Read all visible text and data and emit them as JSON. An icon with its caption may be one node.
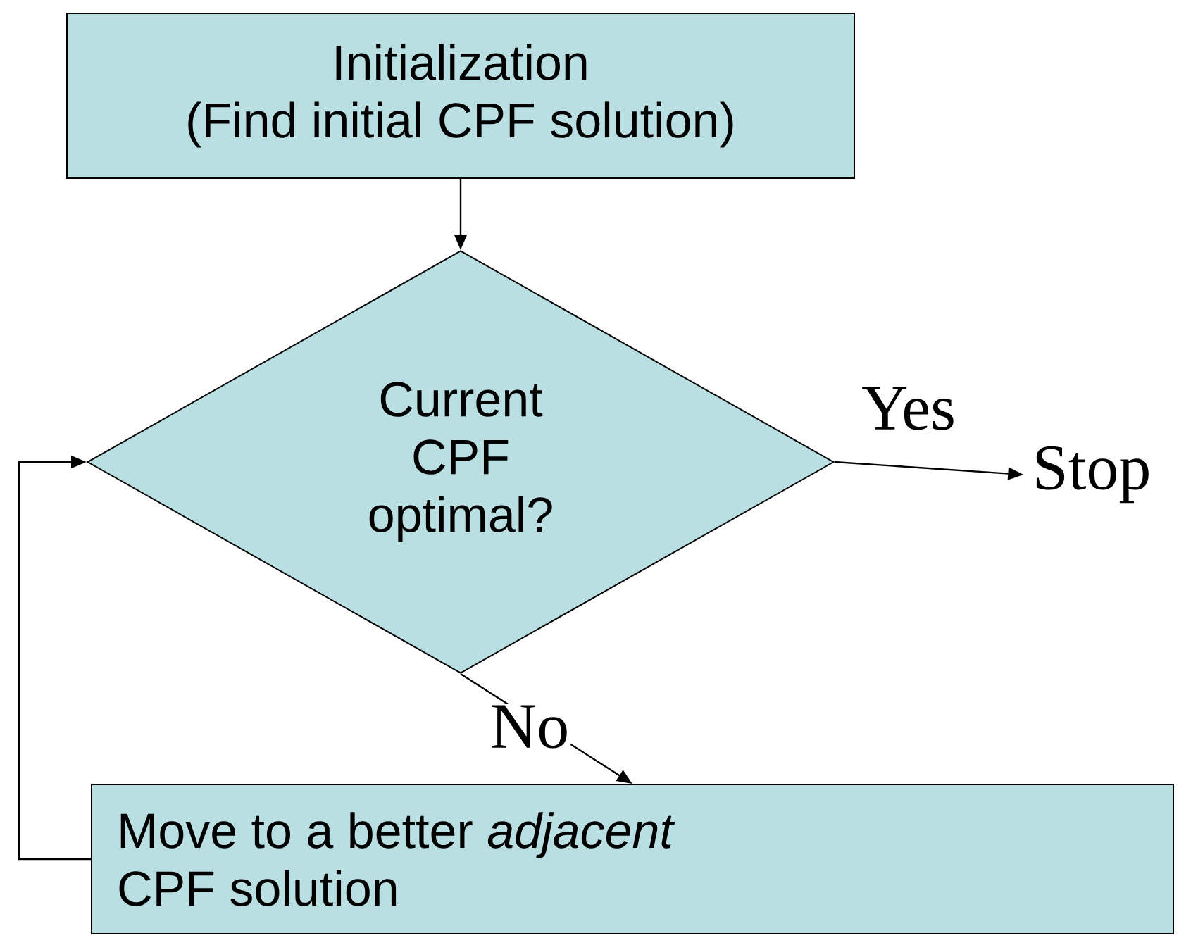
{
  "diagram": {
    "nodes": [
      {
        "text": [
          "Initialization",
          "(Find initial CPF solution)"
        ]
      },
      {
        "text": [
          "Current CPF optimal?"
        ]
      },
      {
        "text": [
          "Stop"
        ]
      },
      {
        "text": [
          "Move to a better *adjacent* CPF solution"
        ]
      }
    ],
    "edges": [
      {
        "from": 0,
        "to": 1,
        "arrow": "to"
      },
      {
        "from": 1,
        "to": 2,
        "arrow": "to",
        "label": "Yes"
      },
      {
        "from": 1,
        "to": 3,
        "arrow": "to",
        "label": "No"
      },
      {
        "from": 3,
        "to": 1,
        "arrow": "to"
      }
    ]
  }
}
